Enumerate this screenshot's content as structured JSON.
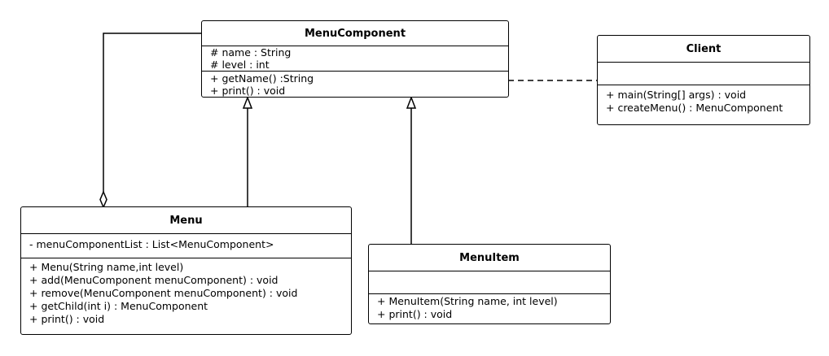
{
  "classes": {
    "menu_component": {
      "name": "MenuComponent",
      "attributes": [
        "# name : String",
        "# level : int"
      ],
      "operations": [
        "+ getName() :String",
        "+ print() : void"
      ]
    },
    "client": {
      "name": "Client",
      "attributes": [],
      "operations": [
        "+ main(String[] args) : void",
        "+ createMenu() : MenuComponent"
      ]
    },
    "menu": {
      "name": "Menu",
      "attributes": [
        "- menuComponentList : List<MenuComponent>"
      ],
      "operations": [
        "+ Menu(String name,int level)",
        "+ add(MenuComponent menuComponent) : void",
        "+ remove(MenuComponent menuComponent) : void",
        "+ getChild(int i) : MenuComponent",
        "+ print() : void"
      ]
    },
    "menu_item": {
      "name": "MenuItem",
      "attributes": [],
      "operations": [
        "+ MenuItem(String name, int level)",
        "+ print() : void"
      ]
    }
  }
}
